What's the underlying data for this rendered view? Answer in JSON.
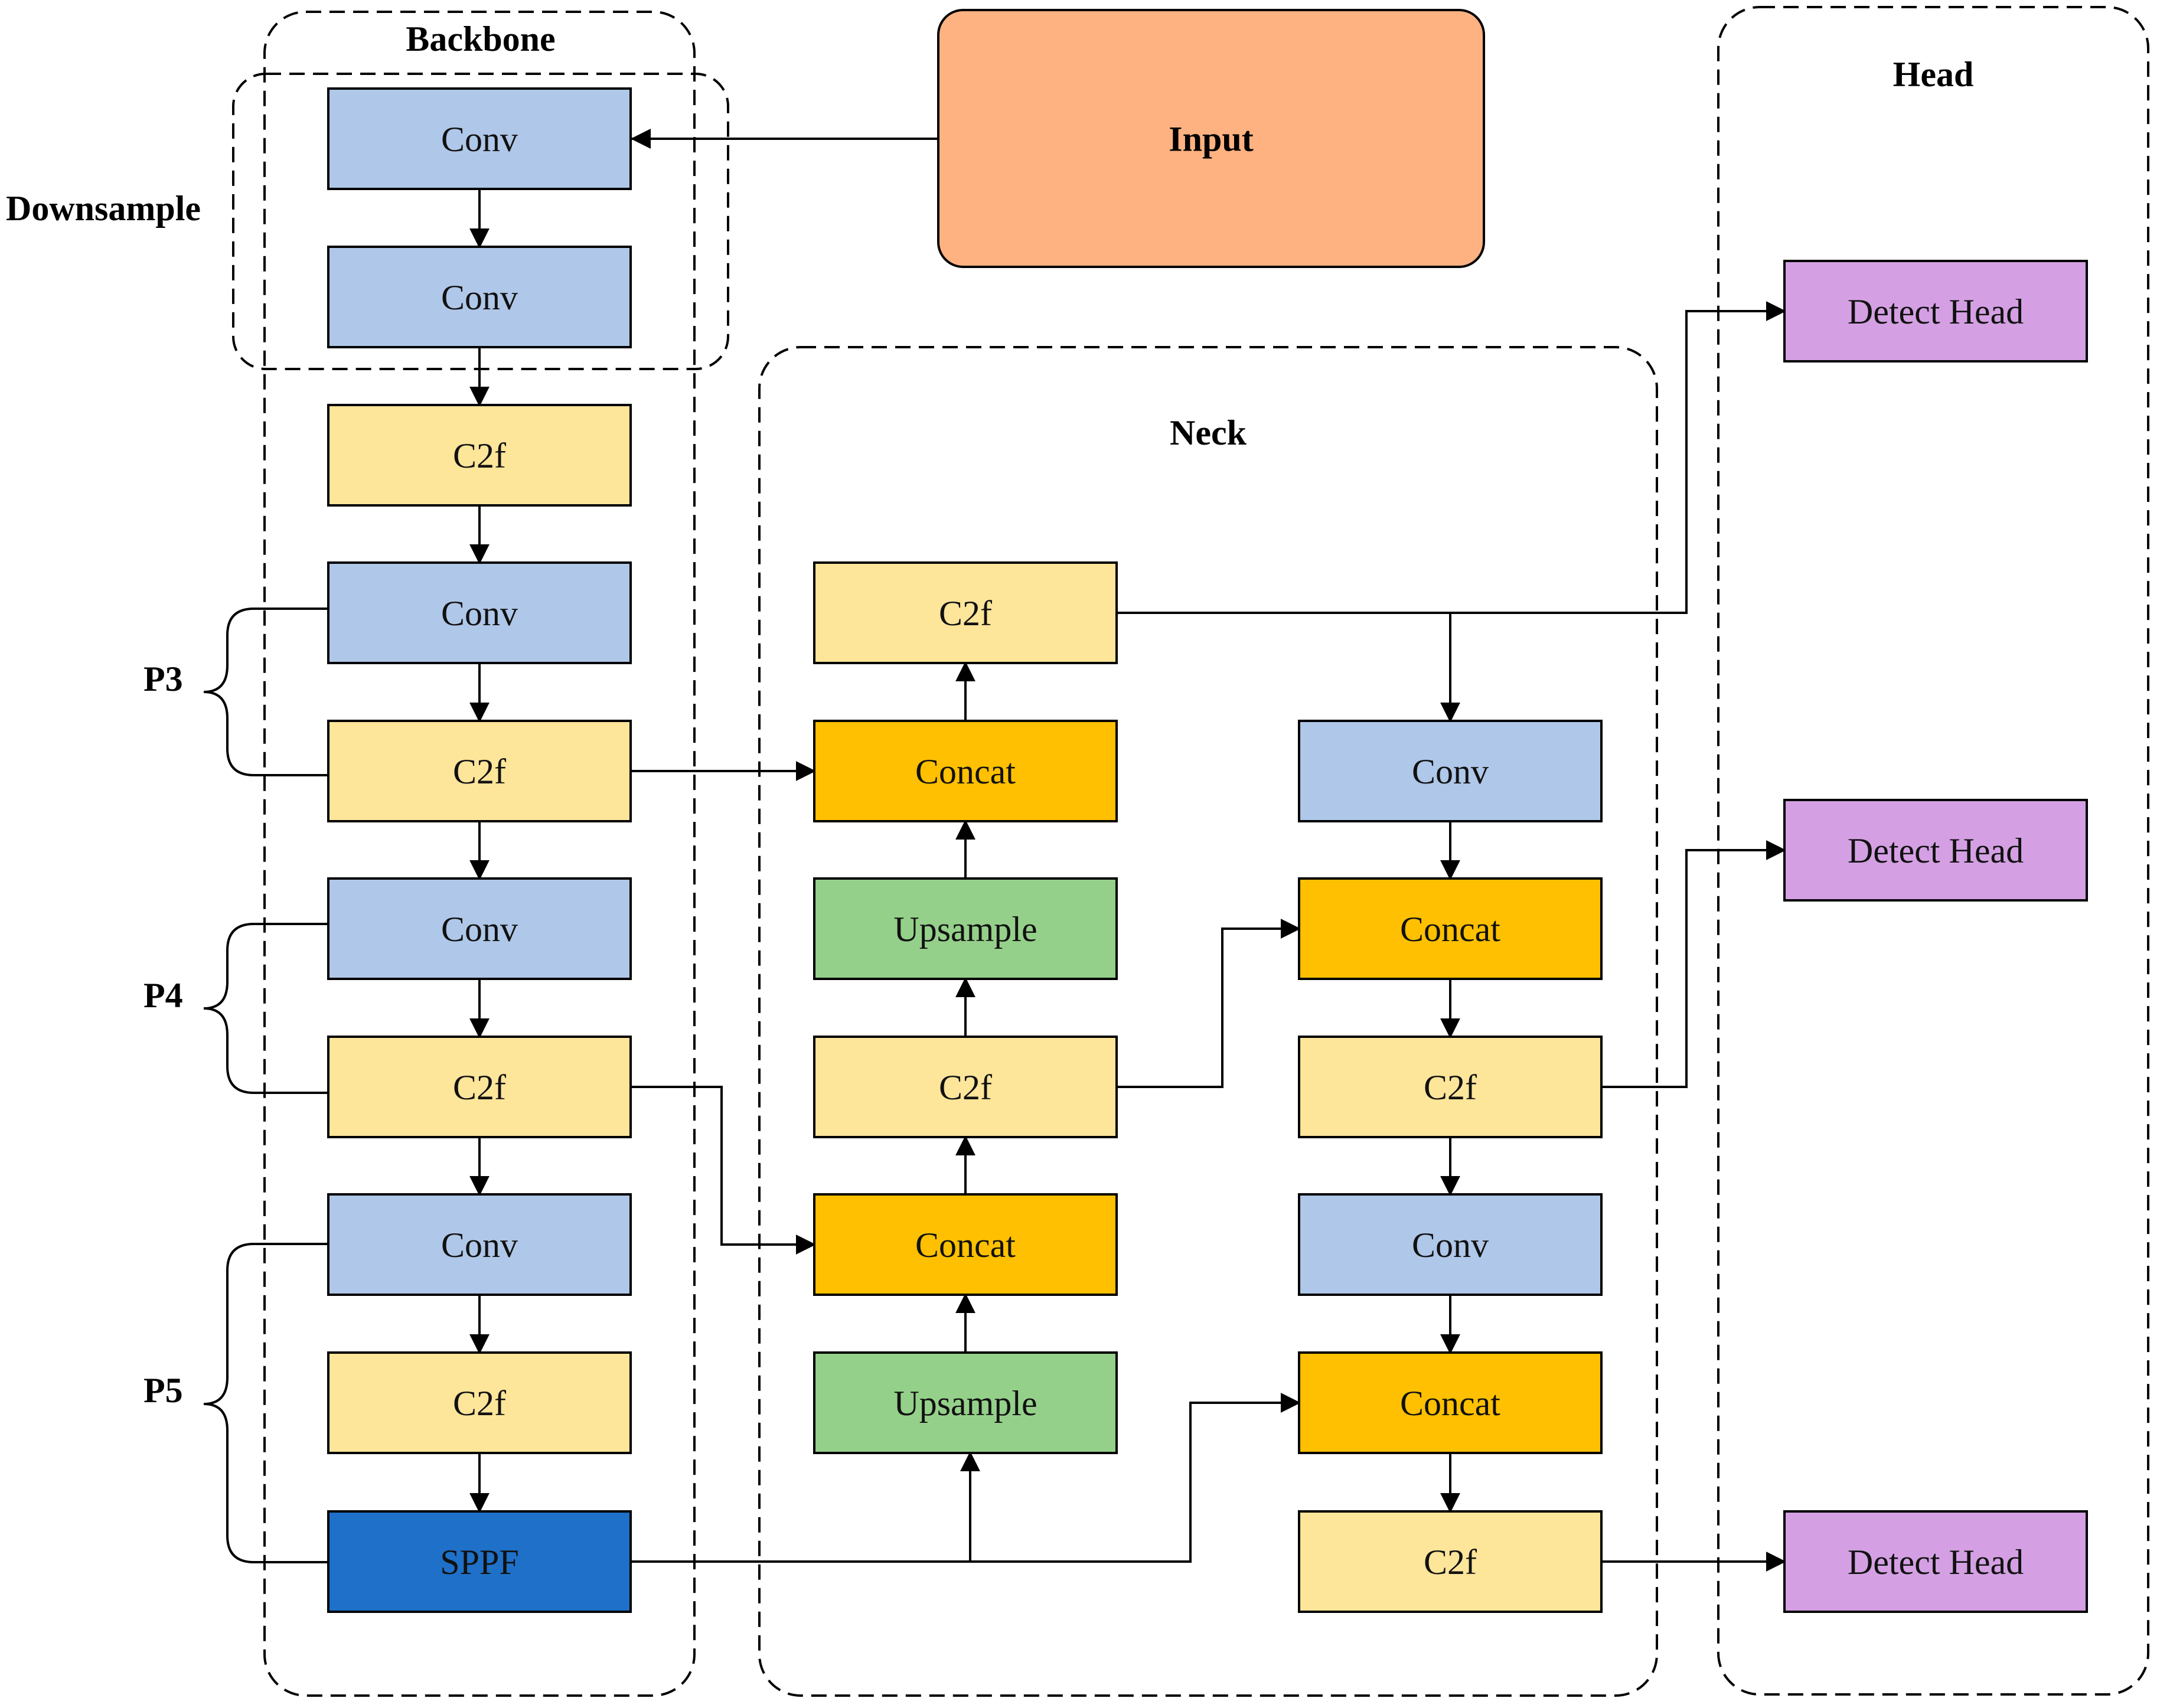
{
  "colors": {
    "conv": "#afc7e8",
    "c2f": "#fde59a",
    "concat": "#fec000",
    "upsample": "#95d08a",
    "sppf": "#1f70c8",
    "detect": "#d4a0e3",
    "input": "#feb281"
  },
  "regions": {
    "backbone": "Backbone",
    "neck": "Neck",
    "head": "Head"
  },
  "side_labels": {
    "downsample": "Downsample",
    "p3": "P3",
    "p4": "P4",
    "p5": "P5"
  },
  "nodes": {
    "input": "Input",
    "b_conv1": "Conv",
    "b_conv2": "Conv",
    "b_c2f1": "C2f",
    "b_conv3": "Conv",
    "b_c2f2": "C2f",
    "b_conv4": "Conv",
    "b_c2f3": "C2f",
    "b_conv5": "Conv",
    "b_c2f4": "C2f",
    "b_sppf": "SPPF",
    "n_c2f_top": "C2f",
    "n_concat1": "Concat",
    "n_upsample1": "Upsample",
    "n_c2f_mid": "C2f",
    "n_concat2": "Concat",
    "n_upsample2": "Upsample",
    "r_conv1": "Conv",
    "r_concat1": "Concat",
    "r_c2f1": "C2f",
    "r_conv2": "Conv",
    "r_concat2": "Concat",
    "r_c2f2": "C2f",
    "h_detect1": "Detect Head",
    "h_detect2": "Detect Head",
    "h_detect3": "Detect Head"
  },
  "edges": [
    [
      "input",
      "b_conv1"
    ],
    [
      "b_conv1",
      "b_conv2"
    ],
    [
      "b_conv2",
      "b_c2f1"
    ],
    [
      "b_c2f1",
      "b_conv3"
    ],
    [
      "b_conv3",
      "b_c2f2"
    ],
    [
      "b_c2f2",
      "b_conv4"
    ],
    [
      "b_conv4",
      "b_c2f3"
    ],
    [
      "b_c2f3",
      "b_conv5"
    ],
    [
      "b_conv5",
      "b_c2f4"
    ],
    [
      "b_c2f4",
      "b_sppf"
    ],
    [
      "b_c2f2",
      "n_concat1"
    ],
    [
      "b_c2f3",
      "n_concat2"
    ],
    [
      "b_sppf",
      "n_upsample2"
    ],
    [
      "b_sppf",
      "r_concat2"
    ],
    [
      "n_upsample2",
      "n_concat2"
    ],
    [
      "n_concat2",
      "n_c2f_mid"
    ],
    [
      "n_c2f_mid",
      "n_upsample1"
    ],
    [
      "n_upsample1",
      "n_concat1"
    ],
    [
      "n_concat1",
      "n_c2f_top"
    ],
    [
      "n_c2f_top",
      "r_conv1"
    ],
    [
      "n_c2f_top",
      "h_detect1"
    ],
    [
      "n_c2f_mid",
      "r_concat1"
    ],
    [
      "r_conv1",
      "r_concat1"
    ],
    [
      "r_concat1",
      "r_c2f1"
    ],
    [
      "r_c2f1",
      "h_detect2"
    ],
    [
      "r_c2f1",
      "r_conv2"
    ],
    [
      "r_conv2",
      "r_concat2"
    ],
    [
      "r_concat2",
      "r_c2f2"
    ],
    [
      "r_c2f2",
      "h_detect3"
    ]
  ]
}
